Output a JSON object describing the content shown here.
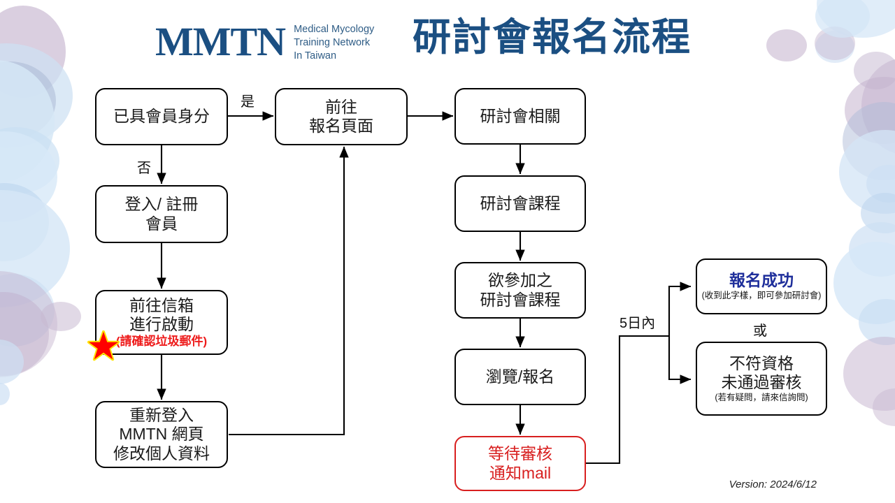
{
  "header": {
    "logo_mark": "MMTN",
    "logo_line1": "Medical Mycology",
    "logo_line2": "Training Network",
    "logo_line3": "In Taiwan",
    "title": "研討會報名流程",
    "brand_color": "#1b4f82"
  },
  "flow": {
    "nodes": [
      {
        "id": "member-status",
        "lines": [
          "已具會員身分"
        ]
      },
      {
        "id": "login-register",
        "lines": [
          "登入/ 註冊",
          "會員"
        ]
      },
      {
        "id": "mailbox-activate",
        "lines": [
          "前往信箱",
          "進行啟動"
        ],
        "note": "(請確認垃圾郵件)",
        "note_color": "#ee1c1c"
      },
      {
        "id": "relogin-edit",
        "lines": [
          "重新登入",
          "MMTN 網頁",
          "修改個人資料"
        ]
      },
      {
        "id": "goto-registration",
        "lines": [
          "前往",
          "報名頁面"
        ]
      },
      {
        "id": "seminar-related",
        "lines": [
          "研討會相關"
        ]
      },
      {
        "id": "seminar-course",
        "lines": [
          "研討會課程"
        ]
      },
      {
        "id": "desired-course",
        "lines": [
          "欲參加之",
          "研討會課程"
        ]
      },
      {
        "id": "browse-register",
        "lines": [
          "瀏覽/報名"
        ]
      },
      {
        "id": "await-review",
        "lines": [
          "等待審核",
          "通知mail"
        ],
        "color": "#d81f1f"
      },
      {
        "id": "success",
        "lines": [
          "報名成功"
        ],
        "note": "(收到此字樣，即可參加研討會)",
        "title_color": "#1f2f9b"
      },
      {
        "id": "rejected",
        "lines": [
          "不符資格",
          "未通過審核"
        ],
        "note": "(若有疑問，請來信詢問)"
      }
    ],
    "edge_labels": {
      "yes": "是",
      "no": "否",
      "within_5_days": "5日內",
      "or": "或"
    }
  },
  "footer": {
    "version": "Version: 2024/6/12"
  }
}
